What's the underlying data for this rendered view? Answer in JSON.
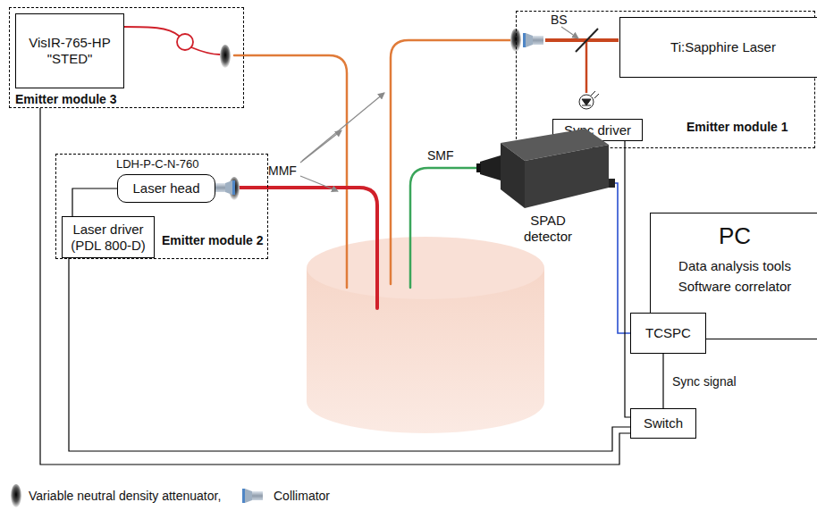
{
  "diagram": {
    "nodes": [
      {
        "text": [
          "Emitter module 3"
        ]
      },
      {
        "text": [
          "VisIR-765-HP",
          "\"STED\""
        ],
        "in": 0
      },
      {
        "text": [
          "Emitter module 1"
        ]
      },
      {
        "text": [
          "Ti:Sapphire Laser"
        ],
        "in": 2
      },
      {
        "text": [
          "Sync driver"
        ],
        "in": 2
      },
      {
        "text": [
          "Emitter module 2"
        ]
      },
      {
        "text": [
          "Laser head"
        ],
        "in": 5
      },
      {
        "text": [
          "Laser driver",
          "(PDL 800-D)"
        ],
        "in": 5
      },
      {
        "text": [
          "SPAD detector"
        ]
      },
      {
        "text": [
          "PC",
          "Data analysis tools",
          "Software correlator"
        ]
      },
      {
        "text": [
          "TCSPC"
        ]
      },
      {
        "text": [
          "Switch"
        ]
      }
    ],
    "edges": [
      {
        "from": 8,
        "to": 10,
        "arrow": "none"
      },
      {
        "from": 7,
        "to": 6,
        "arrow": "none"
      },
      {
        "from": 4,
        "to": 11,
        "arrow": "none"
      },
      {
        "from": 7,
        "to": 11,
        "arrow": "none"
      },
      {
        "from": 0,
        "to": 11,
        "arrow": "none"
      },
      {
        "from": 11,
        "to": 10,
        "label": "Sync signal",
        "arrow": "none"
      }
    ],
    "labels": [
      "LDH-P-C-N-760",
      "BS",
      "MMF",
      "SMF"
    ],
    "legend": [
      {
        "text": "Variable neutral density attenuator,"
      },
      {
        "text": "Collimator"
      }
    ]
  }
}
